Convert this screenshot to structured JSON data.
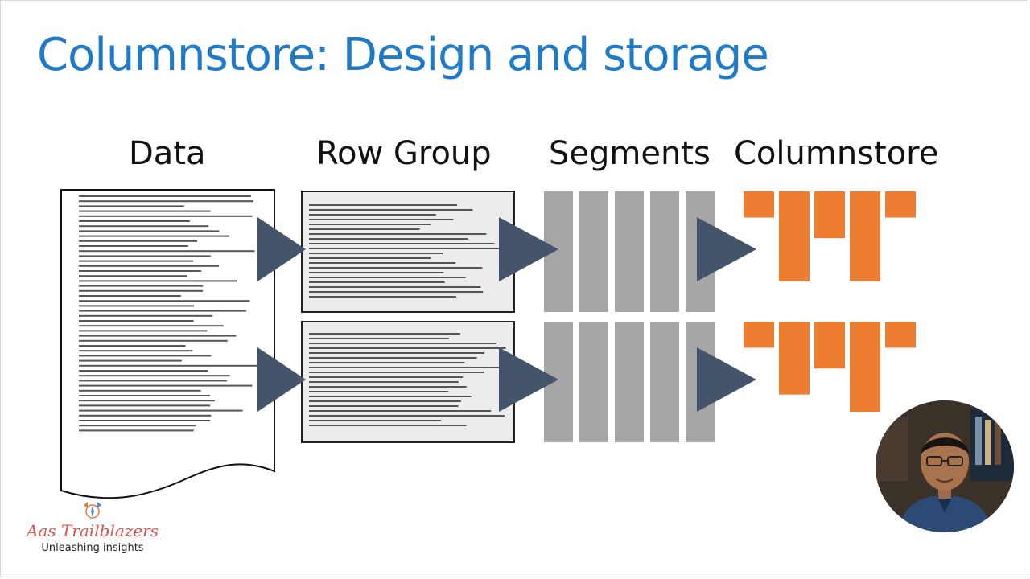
{
  "slide": {
    "title": "Columnstore: Design and storage"
  },
  "headings": {
    "data": "Data",
    "row_group": "Row Group",
    "segments": "Segments",
    "columnstore": "Columnstore"
  },
  "branding": {
    "name": "Aas Trailblazers",
    "tagline": "Unleashing insights"
  },
  "colors": {
    "title": "#1f7ac9",
    "arrow": "#44546a",
    "segment": "#a6a6a6",
    "columnstore": "#ed7d31",
    "rowgroup_fill": "#ececec",
    "text_lines": "#555555"
  },
  "diagram": {
    "row_groups": 2,
    "segments_per_group": 5,
    "columnstore_segment_levels": [
      [
        0.29,
        1.0,
        0.52,
        1.0,
        0.29
      ],
      [
        0.29,
        0.81,
        0.52,
        1.0,
        0.29
      ]
    ]
  }
}
